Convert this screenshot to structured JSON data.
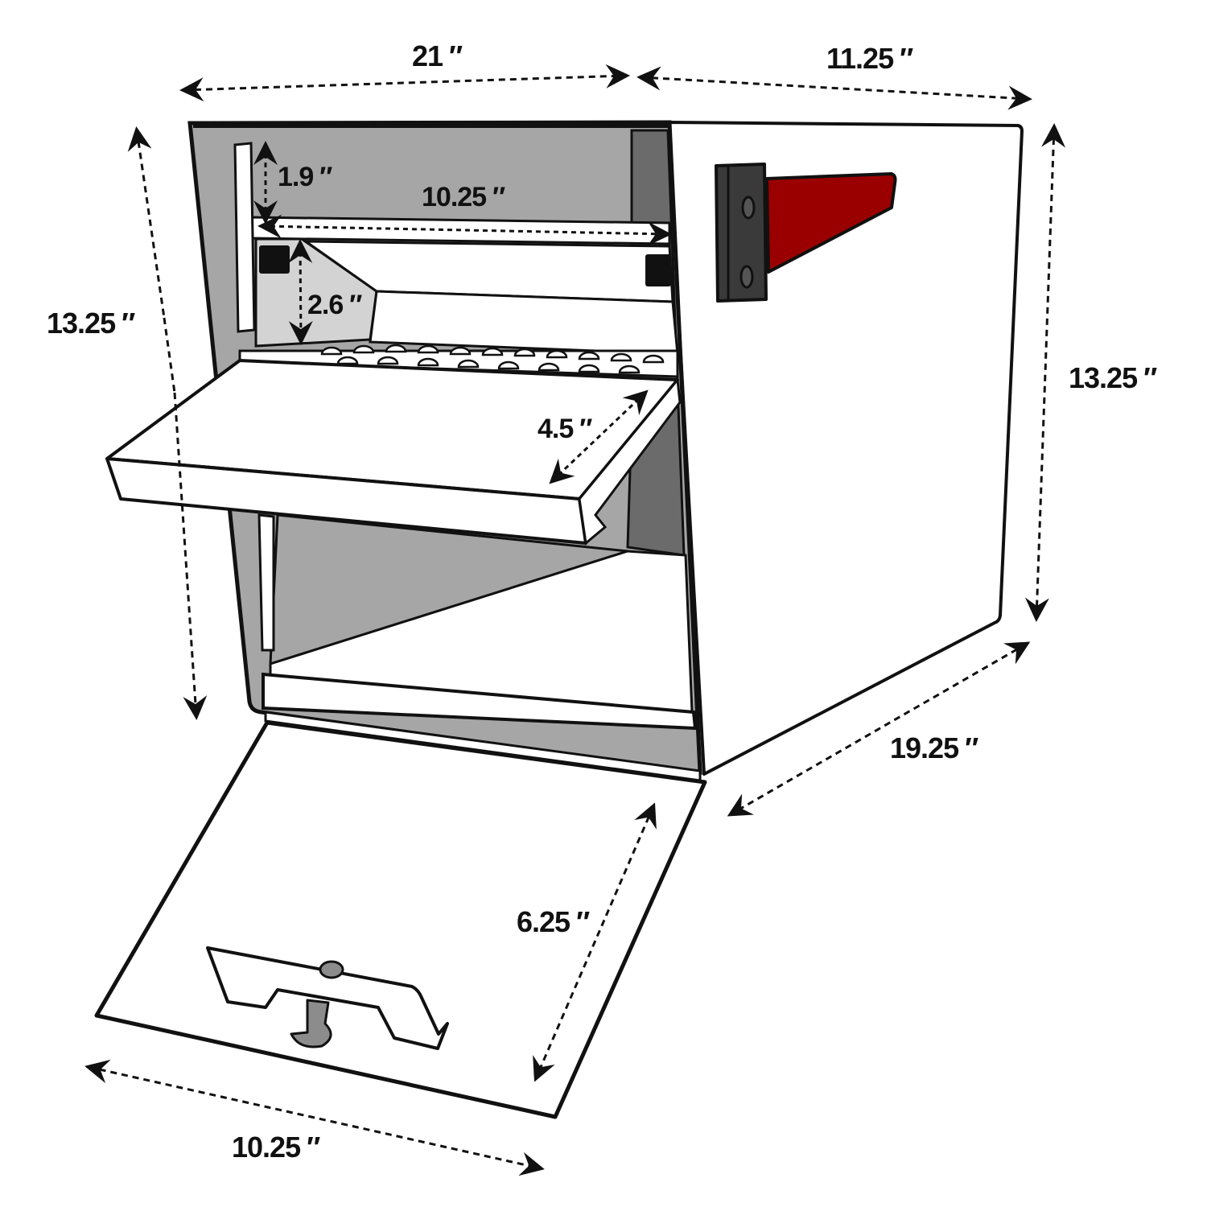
{
  "diagram": {
    "subject": "Locking mailbox with open front doors — dimensions",
    "unit_symbol": "″",
    "colors": {
      "outline": "#111111",
      "body": "#ffffff",
      "interior_light": "#d3d3d3",
      "interior_mid": "#a6a6a6",
      "interior_dark": "#6b6b6b",
      "flag": "#9a0000",
      "flag_mount": "#3a3a3a",
      "lock_hook": "#8c8c8c"
    },
    "dimensions": {
      "top_width": {
        "value": "21",
        "label": "21",
        "description": "overall length along top-left edge"
      },
      "top_depth": {
        "value": "11.25",
        "label": "11.25",
        "description": "overall width along top-right edge"
      },
      "left_height": {
        "value": "13.25",
        "label": "13.25",
        "description": "overall height (front left)"
      },
      "right_height": {
        "value": "13.25",
        "label": "13.25",
        "description": "overall height (right side)"
      },
      "slot_height": {
        "value": "1.9",
        "label": "1.9",
        "description": "incoming mail slot height"
      },
      "slot_width": {
        "value": "10.25",
        "label": "10.25",
        "description": "incoming mail slot width"
      },
      "chute_height": {
        "value": "2.6",
        "label": "2.6",
        "description": "chute opening height"
      },
      "shelf_depth": {
        "value": "4.5",
        "label": "4.5",
        "description": "drop-down shelf depth"
      },
      "side_depth": {
        "value": "19.25",
        "label": "19.25",
        "description": "side depth at base"
      },
      "door_height": {
        "value": "6.25",
        "label": "6.25",
        "description": "retrieval door height"
      },
      "door_width": {
        "value": "10.25",
        "label": "10.25",
        "description": "retrieval door width"
      }
    },
    "parts": [
      {
        "name": "mail slot",
        "label": ""
      },
      {
        "name": "drop-down shelf",
        "label": ""
      },
      {
        "name": "retrieval door",
        "label": ""
      },
      {
        "name": "door lock handle",
        "label": ""
      },
      {
        "name": "red flag",
        "label": ""
      },
      {
        "name": "flag mount",
        "label": ""
      }
    ]
  }
}
